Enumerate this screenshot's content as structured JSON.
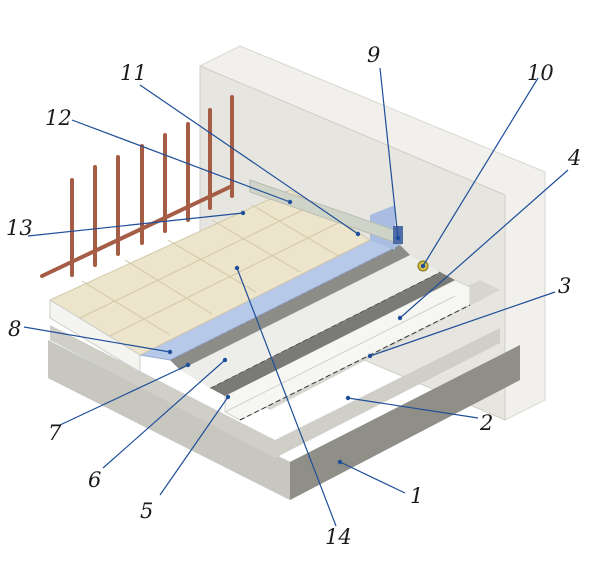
{
  "diagram": {
    "callouts": [
      {
        "id": "1",
        "label": "1"
      },
      {
        "id": "2",
        "label": "2"
      },
      {
        "id": "3",
        "label": "3"
      },
      {
        "id": "4",
        "label": "4"
      },
      {
        "id": "5",
        "label": "5"
      },
      {
        "id": "6",
        "label": "6"
      },
      {
        "id": "7",
        "label": "7"
      },
      {
        "id": "8",
        "label": "8"
      },
      {
        "id": "9",
        "label": "9"
      },
      {
        "id": "10",
        "label": "10"
      },
      {
        "id": "11",
        "label": "11"
      },
      {
        "id": "12",
        "label": "12"
      },
      {
        "id": "13",
        "label": "13"
      },
      {
        "id": "14",
        "label": "14"
      }
    ],
    "colors": {
      "concrete": "#c9c9c3",
      "concrete_dark": "#9a9a92",
      "wall": "#ecebe6",
      "tile": "#e9e1c8",
      "tile_grid": "#cfc6a8",
      "waterproofing": "#b3c6e6",
      "insulation": "#f3f3ef",
      "screed": "#bdbdb5",
      "membrane": "#6a6a68",
      "railing": "#a9614a",
      "leader": "#1f4f99"
    }
  }
}
